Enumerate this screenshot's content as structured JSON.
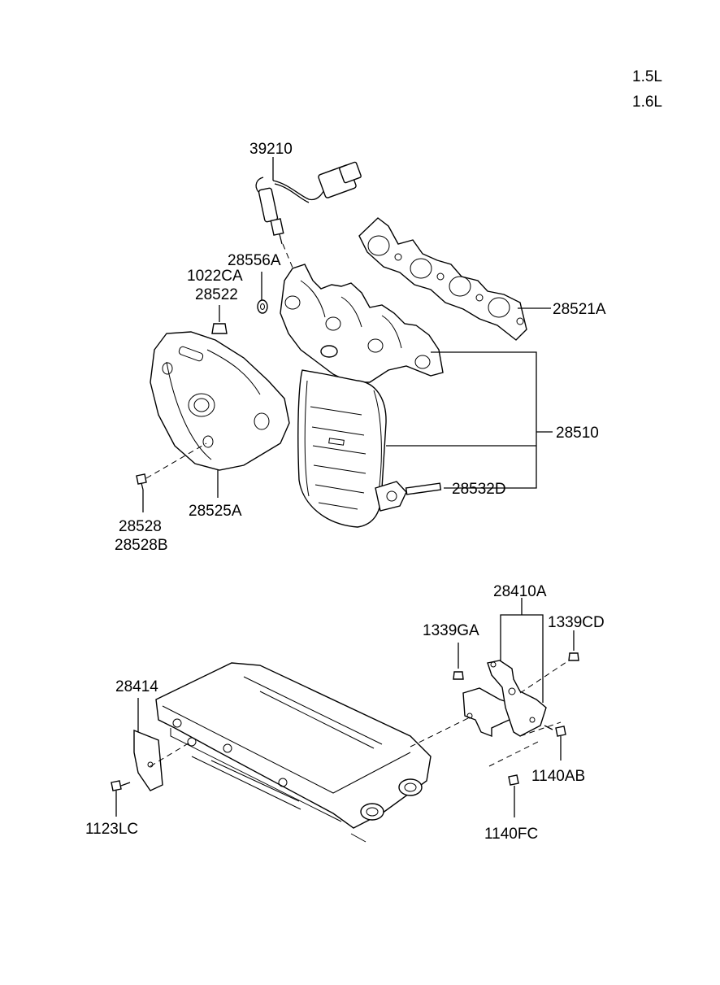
{
  "engine": {
    "line1": "1.5L",
    "line2": "1.6L"
  },
  "labels": {
    "p39210": "39210",
    "p28556A": "28556A",
    "p1022CA": "1022CA",
    "p28522": "28522",
    "p28521A": "28521A",
    "p28510": "28510",
    "p28532D": "28532D",
    "p28525A": "28525A",
    "p28528": "28528",
    "p28528B": "28528B",
    "p28410A": "28410A",
    "p1339GA": "1339GA",
    "p1339CD": "1339CD",
    "p28414": "28414",
    "p1140AB": "1140AB",
    "p1123LC": "1123LC",
    "p1140FC": "1140FC"
  }
}
